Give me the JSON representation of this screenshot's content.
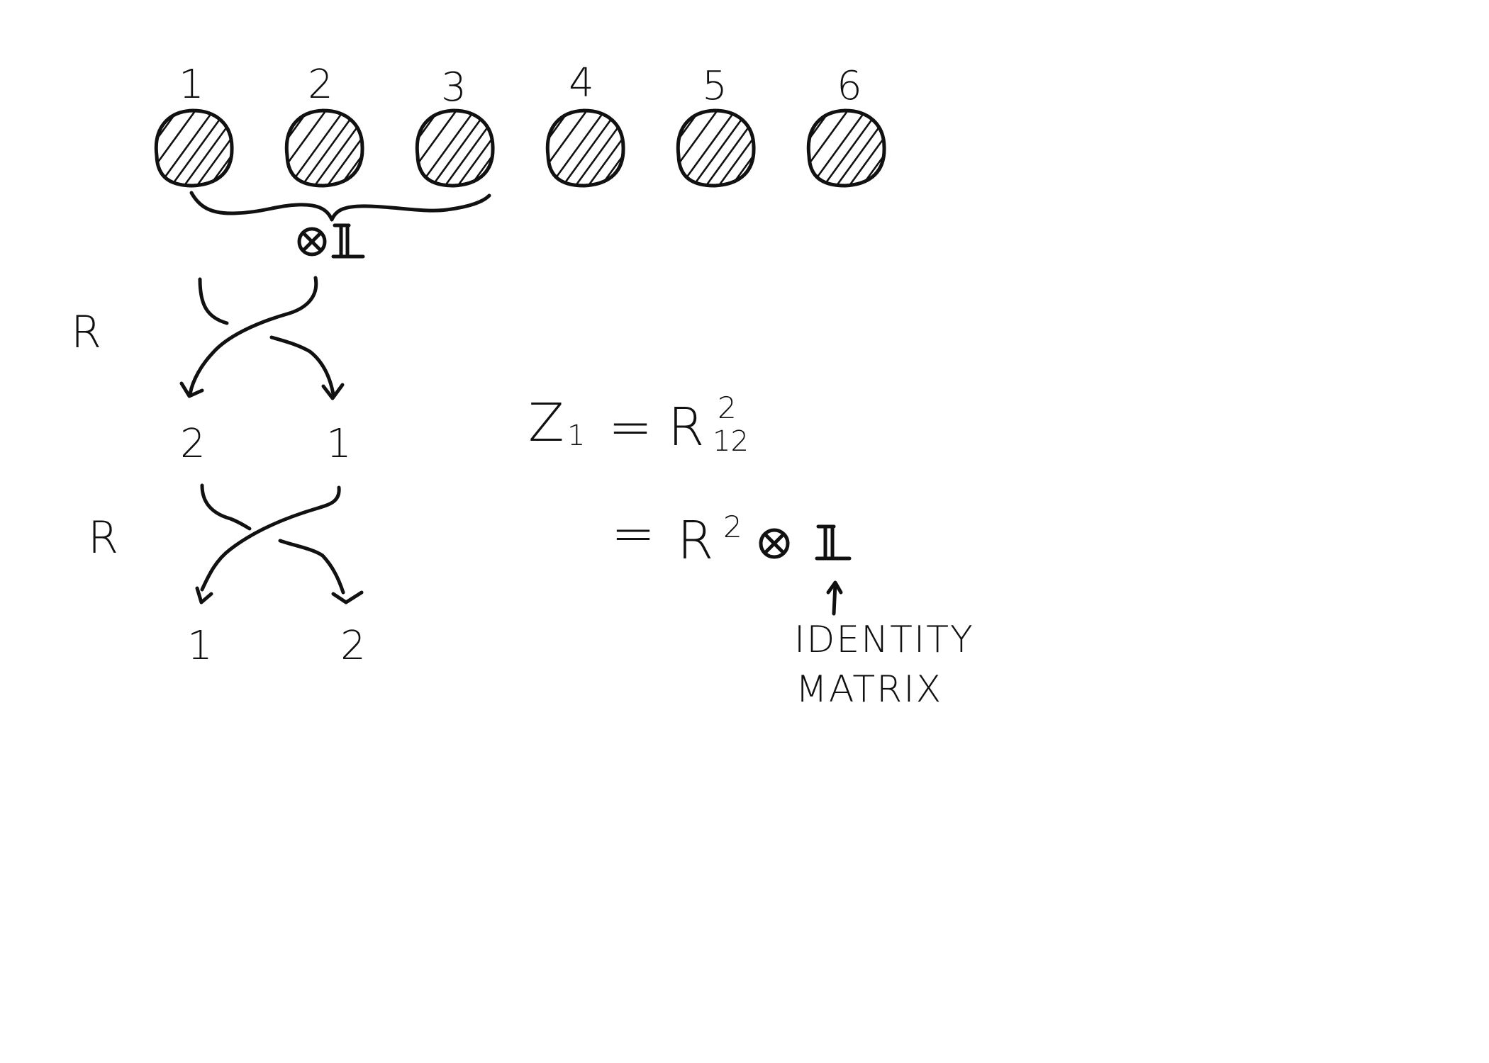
{
  "qubits": {
    "labels": [
      "1",
      "2",
      "3",
      "4",
      "5",
      "6"
    ],
    "count": 6
  },
  "brace": {
    "label_op": "⊗",
    "label_identity": "𝟙"
  },
  "braid": {
    "step1_label": "R",
    "step2_label": "R",
    "middle_labels": [
      "2",
      "1"
    ],
    "bottom_labels": [
      "1",
      "2"
    ]
  },
  "equation": {
    "line1_lhs": "Z",
    "line1_lhs_sub": "1",
    "line1_eq": "=",
    "line1_rhs": "R",
    "line1_rhs_sup": "2",
    "line1_rhs_sub": "12",
    "line2_eq": "=",
    "line2_rhs": "R",
    "line2_rhs_sup": "2",
    "line2_op": "⊗",
    "line2_identity": "𝟙"
  },
  "annotation": {
    "line1": "IDENTITY",
    "line2": "MATRIX"
  }
}
